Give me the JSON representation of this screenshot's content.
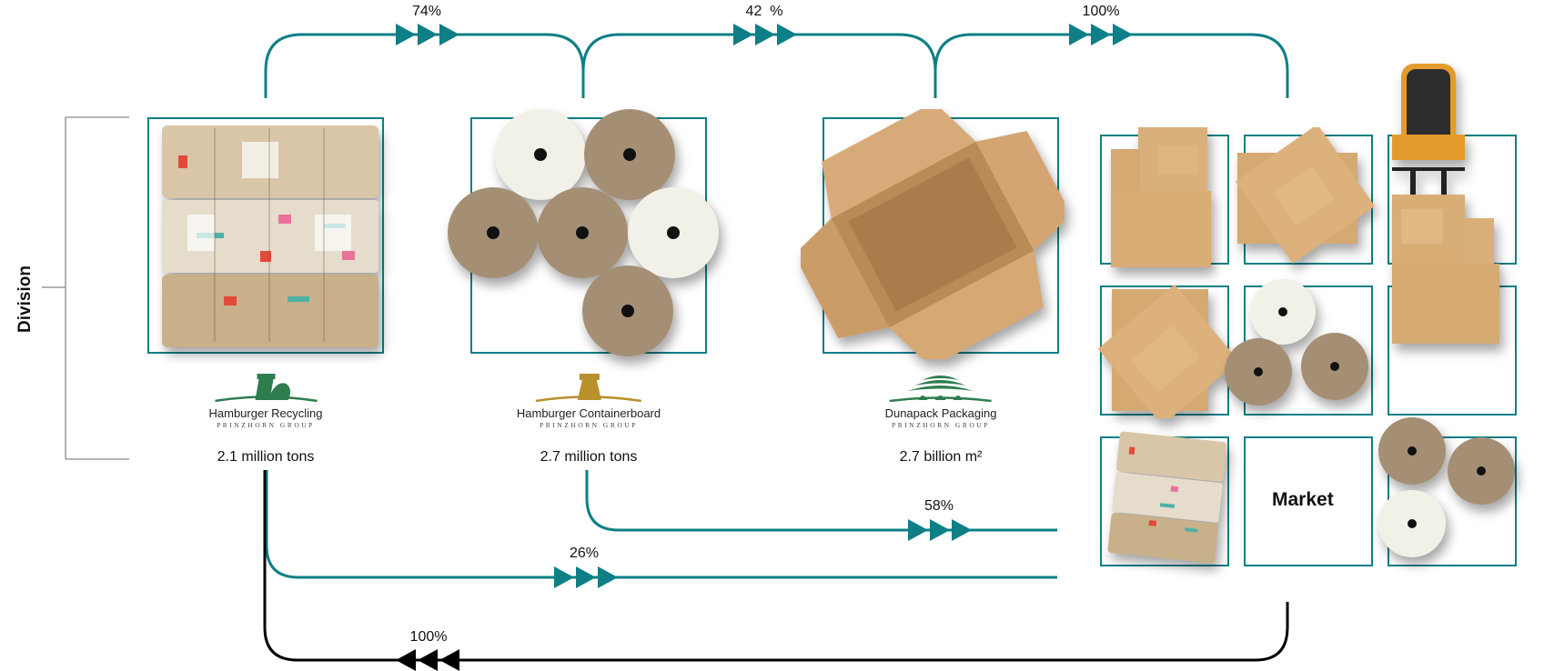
{
  "title_axis": "Division",
  "colors": {
    "flow": "#0e7f86",
    "return": "#000000",
    "frame": "#0e7f86",
    "recycling_green": "#2e7d4f",
    "containerboard_gold": "#b8902c",
    "dunapack_green": "#2e7d4f"
  },
  "divisions": [
    {
      "name": "Hamburger Recycling",
      "group": "PRINZHORN GROUP",
      "output": "2.1 million tons",
      "image": "paper-bale-icon"
    },
    {
      "name": "Hamburger Containerboard",
      "group": "PRINZHORN GROUP",
      "output": "2.7 million tons",
      "image": "paper-rolls-icon"
    },
    {
      "name": "Dunapack Packaging",
      "group": "PRINZHORN GROUP",
      "output": "2.7 billion m²",
      "image": "open-box-icon"
    }
  ],
  "flows": [
    {
      "from": "Hamburger Recycling",
      "to": "Hamburger Containerboard",
      "label": "74%"
    },
    {
      "from": "Hamburger Containerboard",
      "to": "Dunapack Packaging",
      "label": "42  %"
    },
    {
      "from": "Dunapack Packaging",
      "to": "Market",
      "label": "100%"
    },
    {
      "from": "Hamburger Containerboard",
      "to": "Market",
      "label": "58%"
    },
    {
      "from": "Hamburger Recycling",
      "to": "Market",
      "label": "26%"
    },
    {
      "from": "Market",
      "to": "Hamburger Recycling",
      "label": "100%"
    }
  ],
  "market": {
    "label": "Market",
    "tiles": [
      "boxes-stack-icon",
      "flat-boxes-icon",
      "forklift-boxes-icon",
      "flat-boxes-icon",
      "paper-rolls-icon",
      "empty-tile",
      "paper-bale-icon",
      "market-label",
      "paper-rolls-icon"
    ]
  }
}
